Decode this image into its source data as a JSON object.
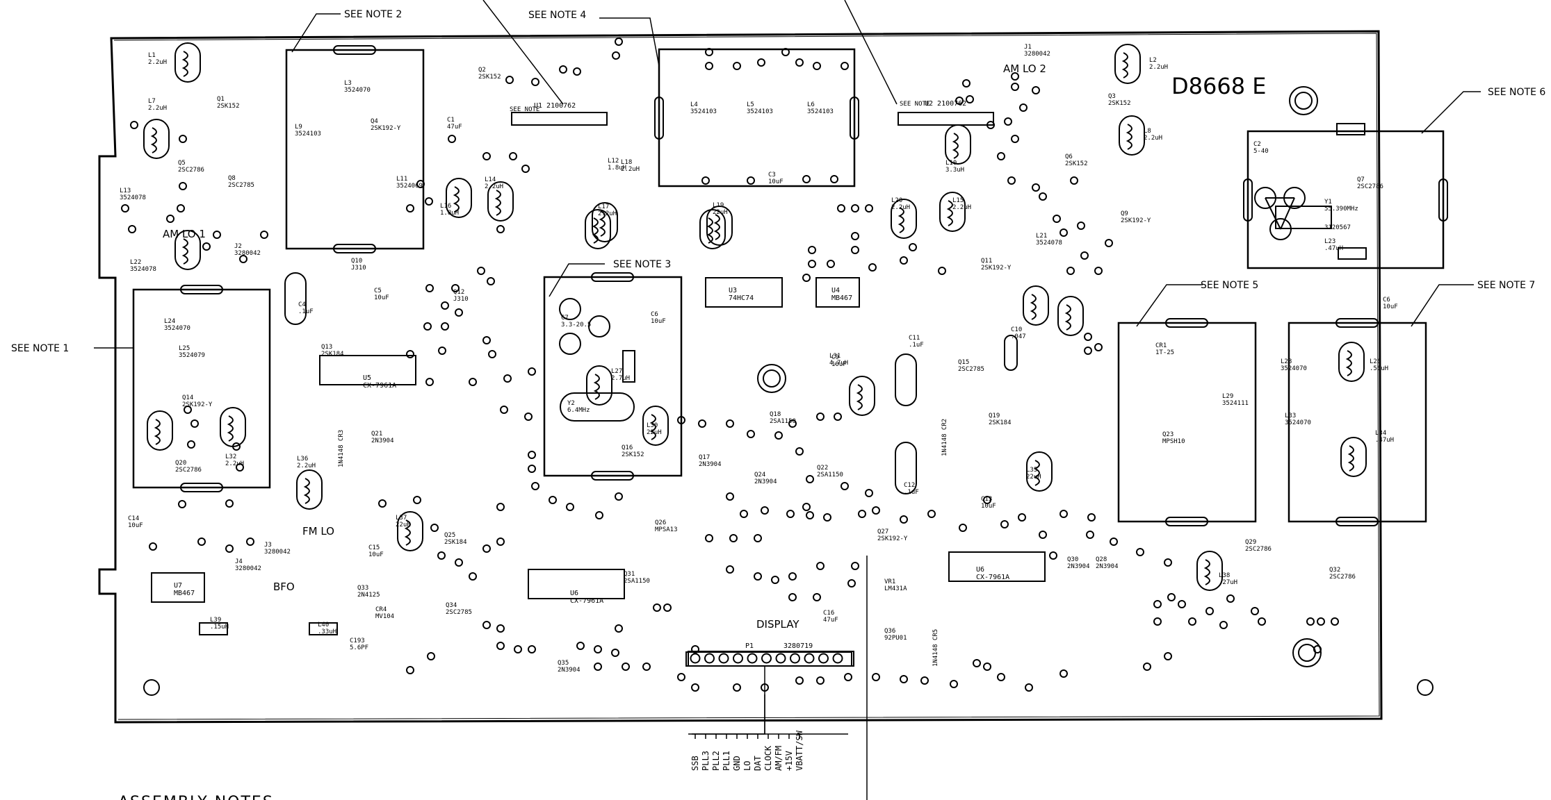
{
  "board_id": "D8668 E",
  "notes": [
    "SEE NOTE 1",
    "SEE NOTE 2",
    "SEE NOTE 3",
    "SEE NOTE 4",
    "SEE NOTE 5",
    "SEE NOTE 6",
    "SEE NOTE 7"
  ],
  "see_note_small": "SEE NOTE",
  "section_labels": {
    "am_lo1": "AM LO 1",
    "am_lo2": "AM LO 2",
    "fm_lo": "FM LO",
    "bfo": "BFO",
    "display": "DISPLAY"
  },
  "connector_p1": {
    "ref": "P1",
    "part": "3280719",
    "pins": [
      "SSB",
      "PLL3",
      "PLL2",
      "PLL1",
      "GND",
      "LO",
      "DAT",
      "CLOCK",
      "AM/FM",
      "+15V",
      "VBATT/SW"
    ]
  },
  "footer_title": "ASSEMBLY NOTES",
  "ics": [
    {
      "ref": "U1",
      "part": "2100762"
    },
    {
      "ref": "U2",
      "part": "2100762"
    },
    {
      "ref": "U3",
      "part": "74HC74"
    },
    {
      "ref": "U4",
      "part": "MB467"
    },
    {
      "ref": "U5",
      "part": "CX-7961A"
    },
    {
      "ref": "U6",
      "part": "CX-7961A"
    },
    {
      "ref": "U6",
      "part": "CX-7961A"
    },
    {
      "ref": "U7",
      "part": "MB467"
    }
  ],
  "inductors": [
    [
      "L1",
      "2.2uH"
    ],
    [
      "L7",
      "2.2uH"
    ],
    [
      "L13",
      "3524078"
    ],
    [
      "L22",
      "3524078"
    ],
    [
      "L3",
      "3524070"
    ],
    [
      "L9",
      "3524103"
    ],
    [
      "L11",
      "3524069"
    ],
    [
      "L16",
      "1.8uH"
    ],
    [
      "L14",
      "2.2uH"
    ],
    [
      "L17",
      "2.2uH"
    ],
    [
      "L18",
      "2.2uH"
    ],
    [
      "L12",
      "1.8uH"
    ],
    [
      "L4",
      "3524103"
    ],
    [
      "L5",
      "3524103"
    ],
    [
      "L6",
      "3524103"
    ],
    [
      "L19",
      "22uH"
    ],
    [
      "L20",
      "2.2uH"
    ],
    [
      "L10",
      "3.3uH"
    ],
    [
      "L15",
      "2.2uH"
    ],
    [
      "L2",
      "2.2uH"
    ],
    [
      "L8",
      "2.2uH"
    ],
    [
      "L21",
      "3524078"
    ],
    [
      "L24",
      "3524070"
    ],
    [
      "L25",
      "3524079"
    ],
    [
      "L32",
      "2.2uH"
    ],
    [
      "L36",
      "2.2uH"
    ],
    [
      "L37",
      "22uH"
    ],
    [
      "L27",
      "2.7uH"
    ],
    [
      "L30",
      "22uH"
    ],
    [
      "L31",
      "4.7uH"
    ],
    [
      "L35",
      "22uH"
    ],
    [
      "L29",
      "3524111"
    ],
    [
      "L28",
      "3524070"
    ],
    [
      "L26",
      ".56uH"
    ],
    [
      "L33",
      "3524070"
    ],
    [
      "L34",
      ".47uH"
    ],
    [
      "L38",
      ".27uH"
    ],
    [
      "L23",
      ".47uH"
    ],
    [
      "L39",
      ".15uH"
    ],
    [
      "L40",
      ".33uH"
    ]
  ],
  "transistors": [
    [
      "Q1",
      "2SK152"
    ],
    [
      "Q5",
      "2SC2786"
    ],
    [
      "Q8",
      "2SC2785"
    ],
    [
      "Q2",
      "2SK152"
    ],
    [
      "Q4",
      "2SK192-Y"
    ],
    [
      "Q10",
      "J310"
    ],
    [
      "Q12",
      "J310"
    ],
    [
      "Q13",
      "2SK184"
    ],
    [
      "Q14",
      "2SK192-Y"
    ],
    [
      "Q20",
      "2SC2786"
    ],
    [
      "Q21",
      "2N3904"
    ],
    [
      "Q16",
      "2SK152"
    ],
    [
      "Q17",
      "2N3904"
    ],
    [
      "Q18",
      "2SA1150"
    ],
    [
      "Q24",
      "2N3904"
    ],
    [
      "Q22",
      "2SA1150"
    ],
    [
      "Q3",
      "2SK152"
    ],
    [
      "Q6",
      "2SK152"
    ],
    [
      "Q9",
      "2SK192-Y"
    ],
    [
      "Q11",
      "2SK192-Y"
    ],
    [
      "Q15",
      "2SC2785"
    ],
    [
      "Q19",
      "2SK184"
    ],
    [
      "Q7",
      "2SC2786"
    ],
    [
      "Q23",
      "MPSH10"
    ],
    [
      "Q25",
      "2SK184"
    ],
    [
      "Q26",
      "MPSA13"
    ],
    [
      "Q31",
      "2SA1150"
    ],
    [
      "Q33",
      "2N4125"
    ],
    [
      "Q34",
      "2SC2785"
    ],
    [
      "Q35",
      "2N3904"
    ],
    [
      "Q27",
      "2SK192-Y"
    ],
    [
      "Q36",
      "92PU01"
    ],
    [
      "Q30",
      "2N3904"
    ],
    [
      "Q28",
      "2N3904"
    ],
    [
      "Q29",
      "2SC2786"
    ],
    [
      "Q32",
      "2SC2786"
    ]
  ],
  "capacitors": [
    [
      "C1",
      "47uF"
    ],
    [
      "C3",
      "10uF"
    ],
    [
      "C4",
      ".1uF"
    ],
    [
      "C5",
      "10uF"
    ],
    [
      "C6",
      "10uF"
    ],
    [
      "C7",
      "3.3-20.5"
    ],
    [
      "C9",
      "10uF"
    ],
    [
      "C10",
      ".047"
    ],
    [
      "C11",
      ".1uF"
    ],
    [
      "C12",
      ".1uF"
    ],
    [
      "C13",
      "10uF"
    ],
    [
      "C14",
      "10uF"
    ],
    [
      "C15",
      "10uF"
    ],
    [
      "C16",
      "47uF"
    ],
    [
      "C2",
      "5-40"
    ],
    [
      "C6",
      "10uF"
    ],
    [
      "C193",
      "5.6PF"
    ]
  ],
  "misc": [
    [
      "J1",
      "3280042"
    ],
    [
      "J2",
      "3280042"
    ],
    [
      "J3",
      "3280042"
    ],
    [
      "J4",
      "3280042"
    ],
    [
      "Y1",
      "55.390MHz"
    ],
    [
      "Y1_part",
      "3120567"
    ],
    [
      "Y2",
      "6.4MHz"
    ],
    [
      "CR1",
      "1T-25"
    ],
    [
      "CR2",
      "1N4148"
    ],
    [
      "CR3",
      "1N4148"
    ],
    [
      "CR5",
      "1N4148"
    ],
    [
      "CR4",
      "MV104"
    ],
    [
      "VR1",
      "LM431A"
    ]
  ]
}
